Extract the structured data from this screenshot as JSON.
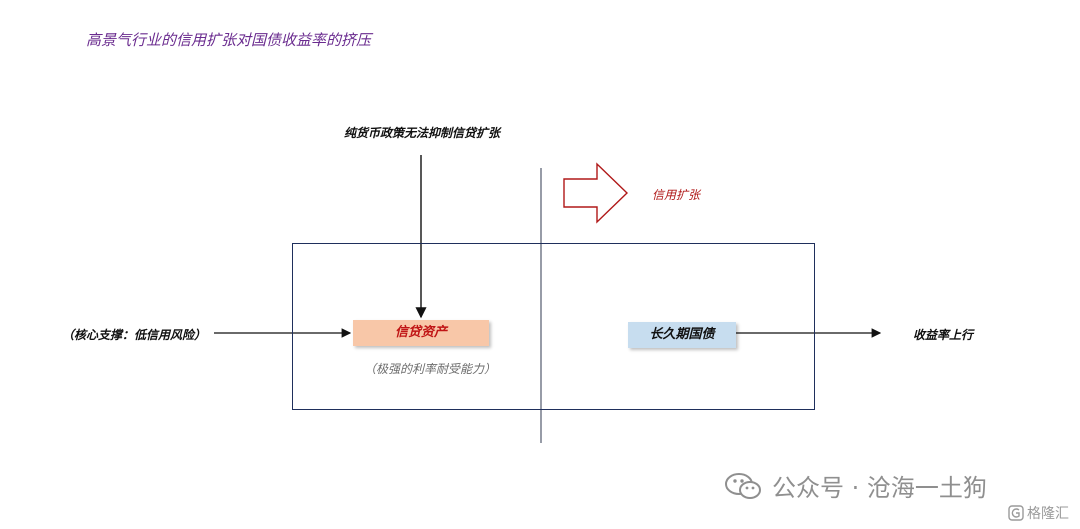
{
  "title": "高景气行业的信用扩张对国债收益率的挤压",
  "top_label": "纯货币政策无法抑制信贷扩张",
  "credit_expansion_label": "信用扩张",
  "left_label": "（核心支撑：低信用风险）",
  "right_label": "收益率上行",
  "boxes": {
    "credit_assets": "信贷资产",
    "long_bonds": "长久期国债"
  },
  "sub_label": "（极强的利率耐受能力）",
  "watermark": {
    "text": "公众号 · 沧海一土狗",
    "icon": "wechat-icon"
  },
  "logo": {
    "text": "格隆汇",
    "icon": "gelonghui-logo-icon"
  },
  "colors": {
    "title": "#6a2b8f",
    "frame": "#1f2f5c",
    "credit_box": "#f8c7a8",
    "credit_text": "#c01515",
    "bond_box": "#c7ddef",
    "big_arrow": "#b01818"
  }
}
